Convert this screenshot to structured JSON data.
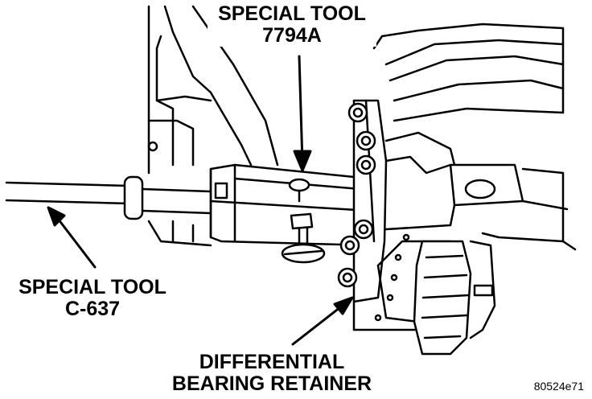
{
  "labels": {
    "tool_7794a": {
      "line1": "SPECIAL TOOL",
      "line2": "7794A"
    },
    "tool_c637": {
      "line1": "SPECIAL TOOL",
      "line2": "C-637"
    },
    "retainer": {
      "line1": "DIFFERENTIAL",
      "line2": "BEARING RETAINER"
    }
  },
  "figure_id": "80524e71"
}
